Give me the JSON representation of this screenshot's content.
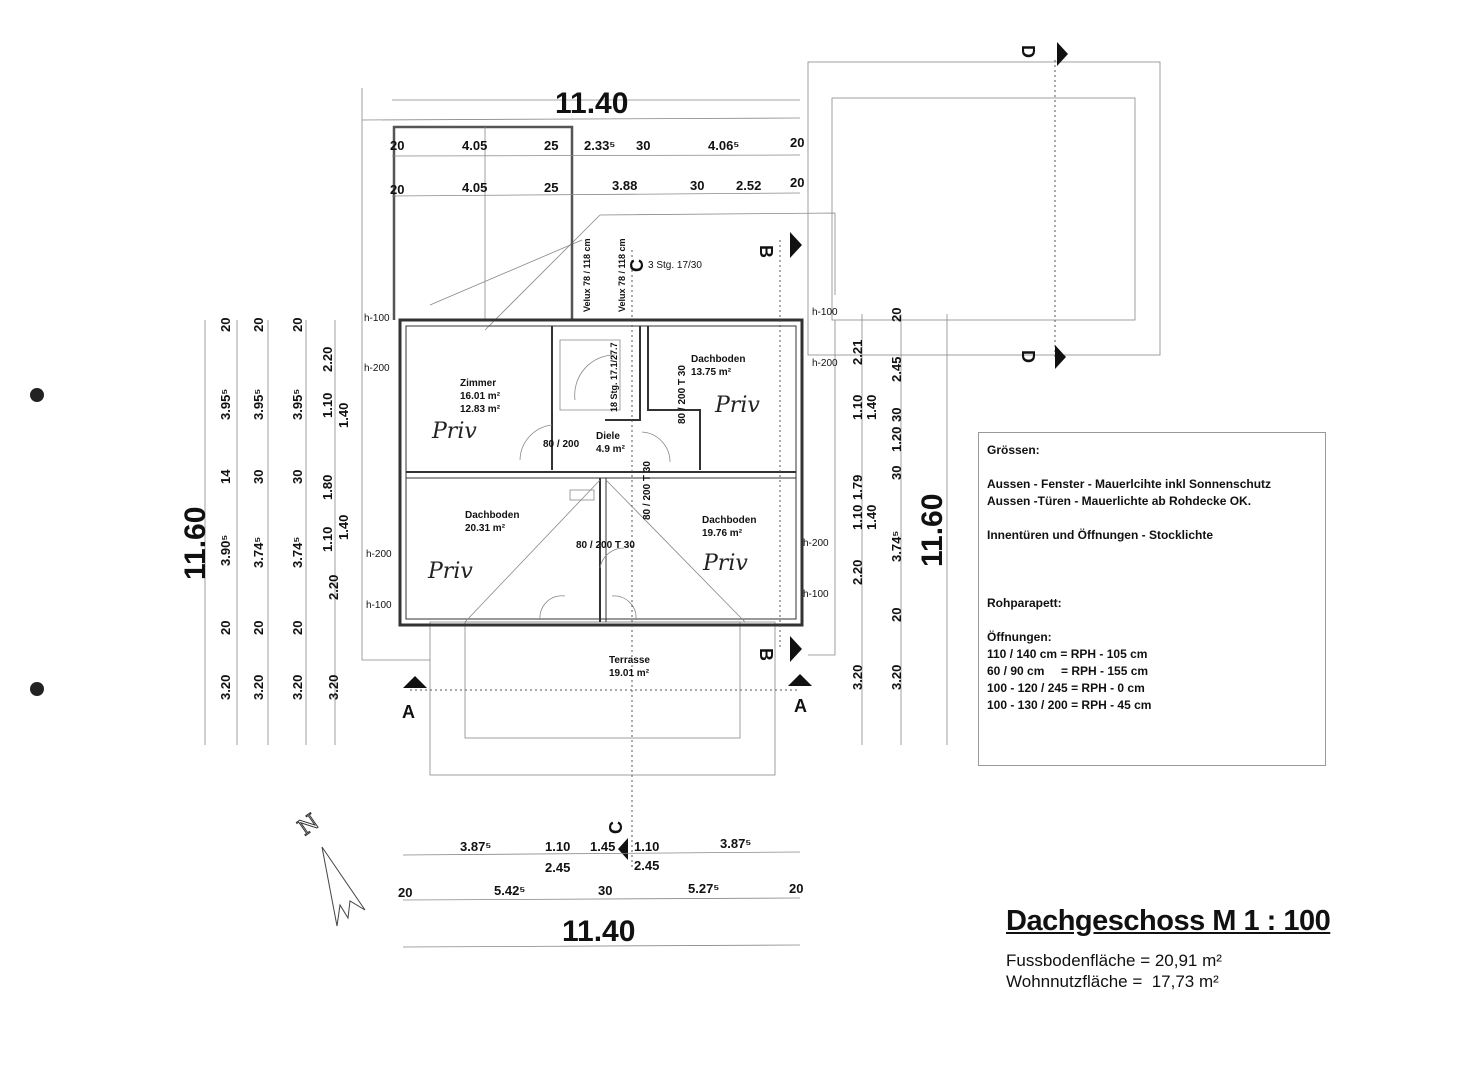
{
  "title": "Dachgeschoss M 1 : 100",
  "areas": [
    "Fussbodenfläche = 20,91 m²",
    "Wohnnutzfläche =  17,73 m²"
  ],
  "legend": {
    "heading": "Grössen:",
    "lines": [
      "Aussen - Fenster - Mauerlcihte inkl Sonnenschutz",
      "Aussen -Türen  - Mauerlichte ab Rohdecke OK.",
      "Innentüren und  Öffnungen - Stocklichte"
    ],
    "rohparapett": "Rohparapett:",
    "oeffnungen": "Öffnungen:",
    "rows": [
      "110 / 140 cm = RPH - 105 cm",
      "60 / 90 cm     = RPH - 155 cm",
      "100 - 120 / 245 = RPH - 0 cm",
      "100 - 130 / 200 = RPH - 45 cm"
    ]
  },
  "rooms": {
    "zimmer": {
      "name": "Zimmer",
      "area1": "16.01 m²",
      "area2": "12.83 m²"
    },
    "diele": {
      "name": "Diele",
      "area": "4.9 m²"
    },
    "dachboden_ne": {
      "name": "Dachboden",
      "area": "13.75 m²"
    },
    "dachboden_sw": {
      "name": "Dachboden",
      "area": "20.31 m²"
    },
    "dachboden_se": {
      "name": "Dachboden",
      "area": "19.76 m²"
    },
    "terrasse": {
      "name": "Terrasse",
      "area": "19.01 m²"
    }
  },
  "handwritten": [
    "Priv",
    "Priv",
    "Priv",
    "Priv"
  ],
  "openings": {
    "door_zimmer": "80 / 200",
    "door_ne": "80 / 200 T 30",
    "door_se": "80 / 200 T 30",
    "door_sw": "80 / 200  T 30",
    "stairs": "18 Stg. 17.1/27.7",
    "stairs_small": "3 Stg. 17/30",
    "velux1": "Velux 78 / 118 cm",
    "velux2": "Velux 78 / 118 cm"
  },
  "heights": [
    "h-100",
    "h-200",
    "h-200",
    "h-100",
    "h-100",
    "h-200",
    "h-200",
    "h-100"
  ],
  "sections": [
    "A",
    "A",
    "B",
    "B",
    "C",
    "C",
    "D",
    "D"
  ],
  "north": "N",
  "dims": {
    "top_total": "11.40",
    "top_row1": [
      "20",
      "4.05",
      "25",
      "2.33⁵",
      "30",
      "4.06⁵",
      "20"
    ],
    "top_row2": [
      "20",
      "4.05",
      "25",
      "3.88",
      "30",
      "2.52",
      "20"
    ],
    "left_total": "11.60",
    "left_col1": [
      "20",
      "3.95⁵",
      "14",
      "3.90⁵",
      "20",
      "3.20"
    ],
    "left_col2": [
      "20",
      "3.95⁵",
      "30",
      "3.74⁵",
      "20",
      "3.20"
    ],
    "left_col3": [
      "20",
      "3.95⁵",
      "30",
      "3.74⁵",
      "20",
      "3.20"
    ],
    "left_col4": [
      "2.20",
      "1.10",
      "1.40",
      "1.80",
      "1.10",
      "1.40",
      "2.20",
      "3.20"
    ],
    "right_col1": [
      "2.21",
      "1.10",
      "1.40",
      "1.79",
      "1.10",
      "1.40",
      "2.20",
      "3.20"
    ],
    "right_col2": [
      "20",
      "2.45",
      "30",
      "1.20",
      "30",
      "3.74⁵",
      "20",
      "3.20"
    ],
    "right_total": "11.60",
    "bottom_row1": [
      "3.87⁵",
      "1.10",
      "2.45",
      "1.45",
      "1.10",
      "2.45",
      "3.87⁵"
    ],
    "bottom_row2": [
      "20",
      "5.42⁵",
      "30",
      "5.27⁵",
      "20"
    ],
    "bottom_total": "11.40"
  }
}
